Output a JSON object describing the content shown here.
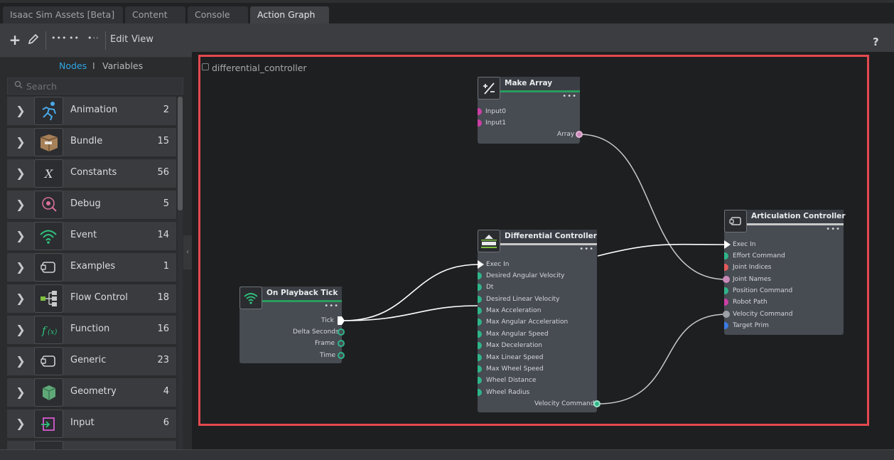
{
  "tabs": [
    {
      "label": "Isaac Sim Assets [Beta]",
      "active": false
    },
    {
      "label": "Content",
      "active": false
    },
    {
      "label": "Console",
      "active": false
    },
    {
      "label": "Action Graph",
      "active": true
    }
  ],
  "toolbar": {
    "edit_label": "Edit",
    "view_label": "View",
    "help_label": "?"
  },
  "panel": {
    "tab_nodes": "Nodes",
    "tab_separator": "I",
    "tab_variables": "Variables",
    "search_placeholder": "Search",
    "categories": [
      {
        "name": "Animation",
        "count": "2",
        "icon": "running-figure-icon",
        "color": "#4aa8e8"
      },
      {
        "name": "Bundle",
        "count": "15",
        "icon": "box-icon",
        "color": "#c9a16b"
      },
      {
        "name": "Constants",
        "count": "56",
        "icon": "x-variable-icon",
        "color": "#d9dbdd"
      },
      {
        "name": "Debug",
        "count": "5",
        "icon": "bug-magnifier-icon",
        "color": "#d86f9a"
      },
      {
        "name": "Event",
        "count": "14",
        "icon": "wireless-signal-icon",
        "color": "#2fc27d"
      },
      {
        "name": "Examples",
        "count": "1",
        "icon": "examples-icon",
        "color": "#cfd1d3"
      },
      {
        "name": "Flow Control",
        "count": "18",
        "icon": "flow-tree-icon",
        "color": "#7fbf3f"
      },
      {
        "name": "Function",
        "count": "16",
        "icon": "function-icon",
        "color": "#2fc27d"
      },
      {
        "name": "Generic",
        "count": "23",
        "icon": "generic-icon",
        "color": "#cfd1d3"
      },
      {
        "name": "Geometry",
        "count": "4",
        "icon": "cube-icon",
        "color": "#6fc28a"
      },
      {
        "name": "Input",
        "count": "6",
        "icon": "input-icon",
        "color": "#d65ad0"
      }
    ]
  },
  "graph": {
    "name": "differential_controller",
    "nodes": {
      "make_array": {
        "title": "Make Array",
        "inputs": [
          "Input0",
          "Input1"
        ],
        "outputs": [
          "Array"
        ]
      },
      "on_playback_tick": {
        "title": "On Playback Tick",
        "outputs": [
          "Tick",
          "Delta Seconds",
          "Frame",
          "Time"
        ]
      },
      "differential_controller": {
        "title": "Differential Controller",
        "inputs": [
          "Exec In",
          "Desired Angular Velocity",
          "Dt",
          "Desired Linear Velocity",
          "Max Acceleration",
          "Max Angular Acceleration",
          "Max Angular Speed",
          "Max Deceleration",
          "Max Linear Speed",
          "Max Wheel Speed",
          "Wheel Distance",
          "Wheel Radius"
        ],
        "outputs": [
          "Velocity Command"
        ]
      },
      "articulation_controller": {
        "title": "Articulation Controller",
        "inputs": [
          "Exec In",
          "Effort Command",
          "Joint Indices",
          "Joint Names",
          "Position Command",
          "Robot Path",
          "Velocity Command",
          "Target Prim"
        ]
      }
    }
  },
  "colors": {
    "accent_blue": "#2fa6e3",
    "selection_red": "#e3494f",
    "green_header": "#2a9d5f",
    "pin_green": "#2eb589",
    "pin_magenta": "#cc3fa5",
    "pin_red": "#e35a5a",
    "pin_pink": "#c98ab9",
    "pin_blue": "#3a7be0",
    "pin_gray": "#9aa0a6"
  }
}
